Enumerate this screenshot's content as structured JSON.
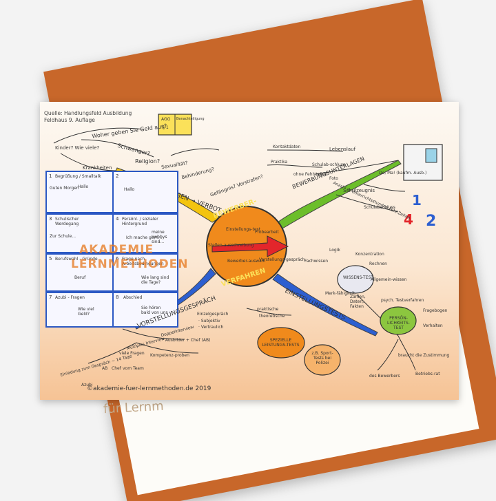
{
  "source": {
    "line1": "Quelle: Handlungsfeld Ausbildung",
    "line2": "Feldhaus 9. Auflage"
  },
  "center": {
    "top_word": "BEWERBER-",
    "bottom_word": "VERFAHREN",
    "labels": [
      "Stellen-ausschreibung",
      "Einstellungs-test",
      "Probearbeit",
      "Bewerber-auswahl",
      "Vorstellungs-gespräch"
    ]
  },
  "branches": {
    "top_left": {
      "title": "DANACH NICHT FRAGEN → VERBOT",
      "items": [
        "Woher geben Sie Geld aus?",
        "Schwanger?",
        "Kinder? Wie viele?",
        "Krankheiten",
        "Religion?",
        "Sexualität?",
        "Behinderung?",
        "Gefängnis? Vorstrafen?"
      ],
      "book": {
        "line1": "AGG",
        "line2": "§ 1",
        "line3": "Benachteiligung"
      }
    },
    "top_right": {
      "title": "BEWERBUNGSUNTERLAGEN",
      "items": [
        "Kontaktdaten",
        "Lebenslauf",
        "Praktika",
        "Schulab-schluss",
        "ohne Fehlstellen",
        "Foto",
        "Schulzeugnis",
        "De, Ma! (kaufm. Ausb.)",
        "Schulabschluss",
        "Anzahl d. Unterrichtsstunden Fehl Zeiten"
      ],
      "digits": [
        "1",
        "2",
        "4"
      ]
    },
    "bottom_left": {
      "title": "VORSTELLUNGSGESPRÄCH",
      "items": [
        "Einzelgespräch",
        "· Subjektiv",
        "· Vertraulich",
        "Doppelinterview",
        "· Ausbilder + Chef (AB)",
        "Multiples Interview",
        "viele Fragen",
        "Kompetenz-proben",
        "Einladung zum Gespräch ~ 14 Tage",
        "AB",
        "Chef",
        "vom Team",
        "Azubi"
      ]
    },
    "bottom_right": {
      "title": "EINSTELLUNGSTESTS",
      "items": [
        "praktische",
        "theoretische",
        "SPEZIELLE LEISTUNGS-TESTS",
        "z.B. Sport-Tests bei Polizei",
        "WISSENS-TEST",
        "Logik",
        "Konzentration",
        "Fachwissen",
        "Rechnen",
        "Allgemein-wissen",
        "Merk-fähigkeit",
        "Zahlen, Daten, Fakten",
        "PERSÖN-LICHKEITS-TEST",
        "psych. Testverfahren",
        "Fragebogen",
        "Verhalten",
        "braucht die Zustimmung",
        "des Bewerbers",
        "Betriebs-rat"
      ]
    }
  },
  "comic": {
    "panels": [
      {
        "num": "1",
        "title": "Begrüßung / Smalltalk",
        "bubbles": [
          "Guten Morgen",
          "Hallo"
        ]
      },
      {
        "num": "2",
        "title": "",
        "bubbles": [
          "Hallo"
        ]
      },
      {
        "num": "3",
        "title": "Schulischer Werdegang",
        "bubbles": [
          "Zur Schule..."
        ]
      },
      {
        "num": "4",
        "title": "Persönl. / sozialer Hintergrund",
        "bubbles": [
          "Ich mache gern...",
          "meine Hobbys sind..."
        ]
      },
      {
        "num": "5",
        "title": "Berufswahl - Gründe",
        "bubbles": [
          "Beruf"
        ]
      },
      {
        "num": "6",
        "title": "Frage nach Arbeitsbedingungen",
        "bubbles": [
          "Wie lang sind die Tage?"
        ]
      },
      {
        "num": "7",
        "title": "Azubi - Fragen",
        "bubbles": [
          "Wie viel Geld?"
        ]
      },
      {
        "num": "8",
        "title": "Abschied",
        "bubbles": [
          "Sie hören bald von uns"
        ]
      }
    ]
  },
  "watermark": {
    "line1": "AKADEMIE",
    "line2": "LERNMETHODEN"
  },
  "copyright": "©akademie-fuer-lernmethoden.de 2019",
  "behind_text": "für Lernm",
  "colors": {
    "orange_card": "#c8672a",
    "blue_frame": "#2b58c4",
    "branch_yellow": "#f3c40f",
    "branch_green": "#6cbe2a",
    "branch_blue": "#2d5fd0",
    "center_orange": "#f08a1c",
    "arrow_red": "#e3262b"
  }
}
